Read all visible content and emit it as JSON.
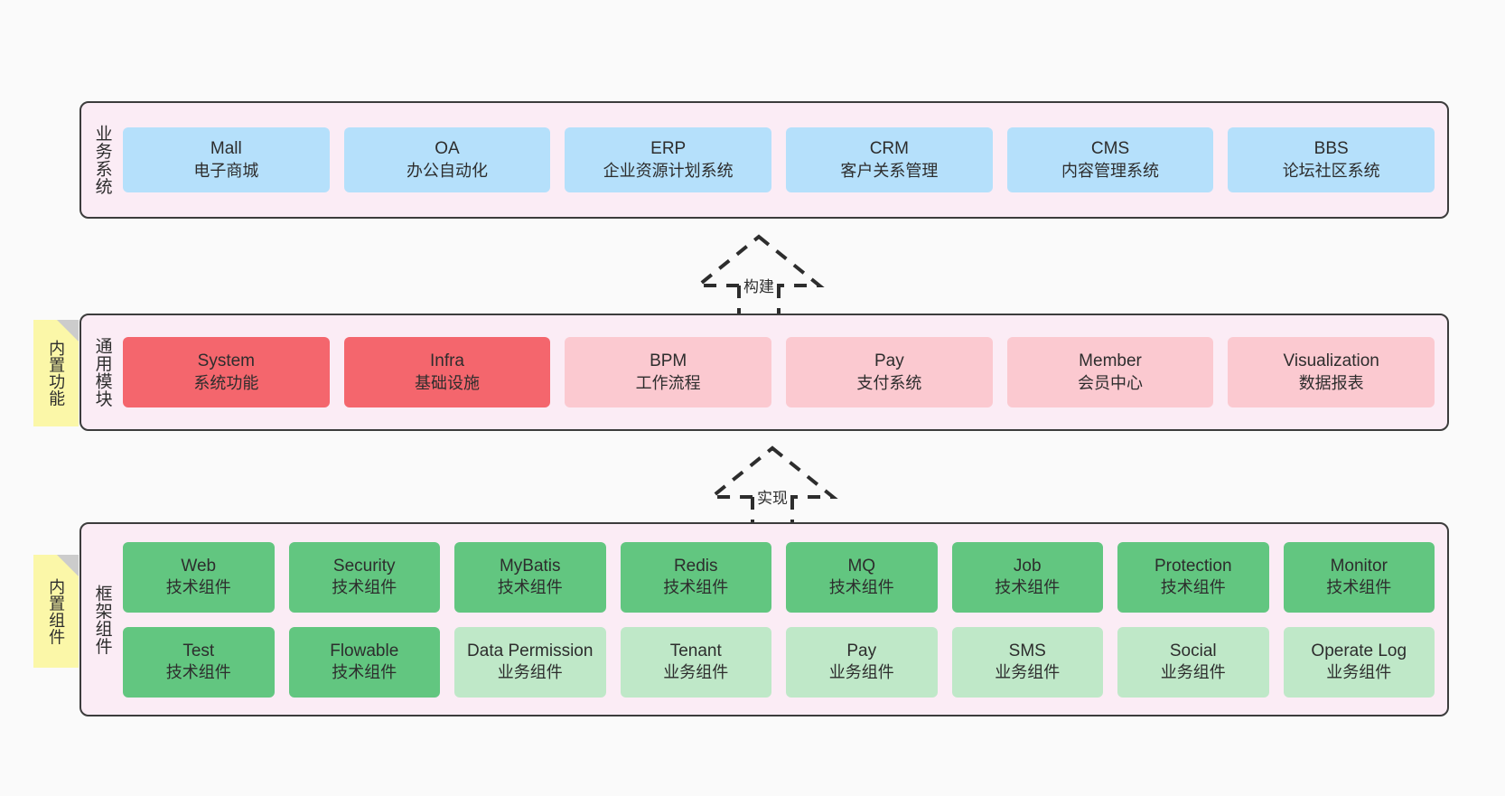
{
  "diagram": {
    "background_color": "#fafafa",
    "layer_fill": "#fbecf5",
    "layer_border": "#3c3c3c",
    "sticky_fill": "#fbf7a8"
  },
  "layers": [
    {
      "id": "business",
      "title": "业务系统",
      "card_color": "#b5e0fb",
      "rows": [
        {
          "cards": [
            {
              "en": "Mall",
              "cn": "电子商城",
              "color": "#b5e0fb"
            },
            {
              "en": "OA",
              "cn": "办公自动化",
              "color": "#b5e0fb"
            },
            {
              "en": "ERP",
              "cn": "企业资源计划系统",
              "color": "#b5e0fb"
            },
            {
              "en": "CRM",
              "cn": "客户关系管理",
              "color": "#b5e0fb"
            },
            {
              "en": "CMS",
              "cn": "内容管理系统",
              "color": "#b5e0fb"
            },
            {
              "en": "BBS",
              "cn": "论坛社区系统",
              "color": "#b5e0fb"
            }
          ]
        }
      ]
    },
    {
      "id": "modules",
      "title": "通用模块",
      "sticky": "内置功能",
      "rows": [
        {
          "cards": [
            {
              "en": "System",
              "cn": "系统功能",
              "color": "#f4666d"
            },
            {
              "en": "Infra",
              "cn": "基础设施",
              "color": "#f4666d"
            },
            {
              "en": "BPM",
              "cn": "工作流程",
              "color": "#fbc9d0"
            },
            {
              "en": "Pay",
              "cn": "支付系统",
              "color": "#fbc9d0"
            },
            {
              "en": "Member",
              "cn": "会员中心",
              "color": "#fbc9d0"
            },
            {
              "en": "Visualization",
              "cn": "数据报表",
              "color": "#fbc9d0"
            }
          ]
        }
      ]
    },
    {
      "id": "framework",
      "title": "框架组件",
      "sticky": "内置组件",
      "rows": [
        {
          "cards": [
            {
              "en": "Web",
              "cn": "技术组件",
              "color": "#62c680"
            },
            {
              "en": "Security",
              "cn": "技术组件",
              "color": "#62c680"
            },
            {
              "en": "MyBatis",
              "cn": "技术组件",
              "color": "#62c680"
            },
            {
              "en": "Redis",
              "cn": "技术组件",
              "color": "#62c680"
            },
            {
              "en": "MQ",
              "cn": "技术组件",
              "color": "#62c680"
            },
            {
              "en": "Job",
              "cn": "技术组件",
              "color": "#62c680"
            },
            {
              "en": "Protection",
              "cn": "技术组件",
              "color": "#62c680"
            },
            {
              "en": "Monitor",
              "cn": "技术组件",
              "color": "#62c680"
            }
          ]
        },
        {
          "cards": [
            {
              "en": "Test",
              "cn": "技术组件",
              "color": "#62c680"
            },
            {
              "en": "Flowable",
              "cn": "技术组件",
              "color": "#62c680"
            },
            {
              "en": "Data Permission",
              "cn": "业务组件",
              "color": "#bfe8c8"
            },
            {
              "en": "Tenant",
              "cn": "业务组件",
              "color": "#bfe8c8"
            },
            {
              "en": "Pay",
              "cn": "业务组件",
              "color": "#bfe8c8"
            },
            {
              "en": "SMS",
              "cn": "业务组件",
              "color": "#bfe8c8"
            },
            {
              "en": "Social",
              "cn": "业务组件",
              "color": "#bfe8c8"
            },
            {
              "en": "Operate Log",
              "cn": "业务组件",
              "color": "#bfe8c8"
            }
          ]
        }
      ]
    }
  ],
  "connectors": [
    {
      "id": "build",
      "label": "构建",
      "from": "modules",
      "to": "business",
      "style": "dashed-hollow-arrow-up"
    },
    {
      "id": "realize",
      "label": "实现",
      "from": "framework",
      "to": "modules",
      "style": "dashed-hollow-arrow-up"
    }
  ]
}
